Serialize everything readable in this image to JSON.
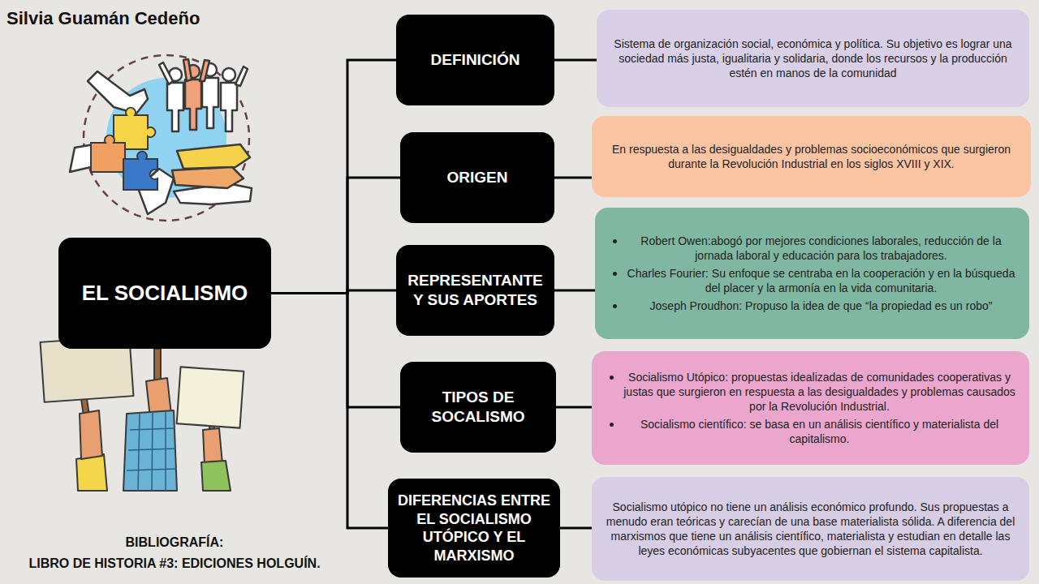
{
  "diagram": {
    "title": "Silvia Guamán Cedeño",
    "nodes": [
      {
        "text": [
          "EL SOCIALISMO"
        ]
      },
      {
        "text": [
          "DEFINICIÓN"
        ]
      },
      {
        "text": [
          "Sistema de organización social, económica y política. Su objetivo es lograr una sociedad más justa, igualitaria y solidaria, donde los recursos y la producción estén en manos de la comunidad"
        ]
      },
      {
        "text": [
          "ORIGEN"
        ]
      },
      {
        "text": [
          "En respuesta a las desigualdades y problemas socioeconómicos que surgieron durante la Revolución Industrial en los siglos XVIII y XIX."
        ]
      },
      {
        "text": [
          "REPRESENTANTE Y SUS APORTES"
        ]
      },
      {
        "text": [
          "Robert Owen:abogó por mejores condiciones laborales, reducción de la jornada laboral y educación para los trabajadores.",
          "Charles Fourier: Su enfoque se centraba en la cooperación y en la búsqueda del placer y la armonía en la vida comunitaria.",
          "Joseph Proudhon: Propuso la idea de que “la propiedad es un robo”"
        ]
      },
      {
        "text": [
          "TIPOS DE SOCALISMO"
        ]
      },
      {
        "text": [
          "Socialismo Utópico: propuestas idealizadas de comunidades cooperativas y justas que surgieron en respuesta a las desigualdades y problemas causados por la Revolución Industrial.",
          "Socialismo científico: se basa en un análisis científico y materialista del capitalismo."
        ]
      },
      {
        "text": [
          "DIFERENCIAS ENTRE EL SOCIALISMO UTÓPICO Y EL MARXISMO"
        ]
      },
      {
        "text": [
          "Socialismo utópico no tiene un análisis económico profundo. Sus propuestas a menudo eran teóricas y carecían de una base materialista sólida. A diferencia del marxismos que tiene un análisis científico, materialista y estudian en detalle las leyes económicas subyacentes que gobiernan el sistema capitalista."
        ]
      }
    ],
    "edges": [
      {
        "from": 0,
        "to": 1,
        "arrow": "none"
      },
      {
        "from": 0,
        "to": 3,
        "arrow": "none"
      },
      {
        "from": 0,
        "to": 5,
        "arrow": "none"
      },
      {
        "from": 0,
        "to": 7,
        "arrow": "none"
      },
      {
        "from": 0,
        "to": 9,
        "arrow": "none"
      },
      {
        "from": 1,
        "to": 2,
        "arrow": "none"
      },
      {
        "from": 3,
        "to": 4,
        "arrow": "none"
      },
      {
        "from": 5,
        "to": 6,
        "arrow": "none"
      },
      {
        "from": 7,
        "to": 8,
        "arrow": "none"
      },
      {
        "from": 9,
        "to": 10,
        "arrow": "none"
      }
    ],
    "labels": [
      "BIBLIOGRAFÍA:",
      "LIBRO DE HISTORIA #3: EDICIONES HOLGUÍN."
    ]
  }
}
